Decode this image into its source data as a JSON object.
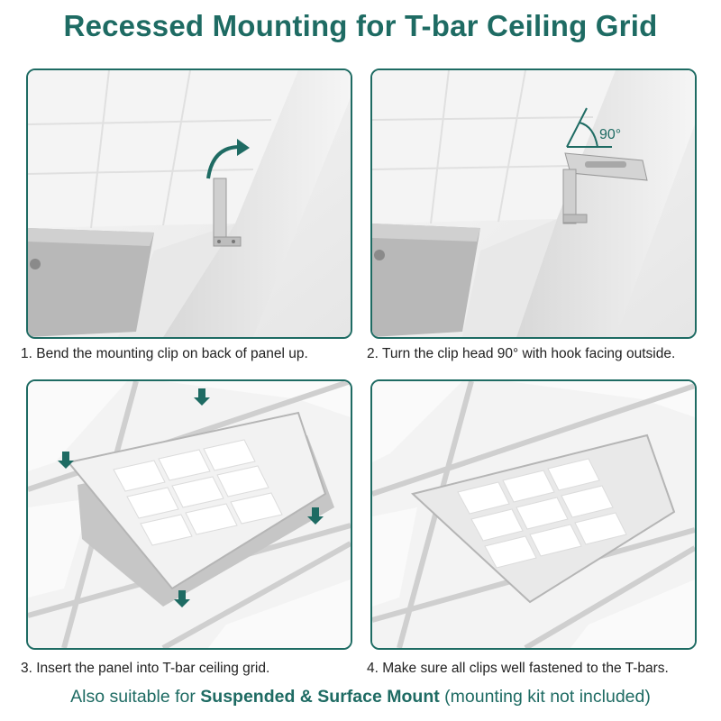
{
  "title": "Recessed Mounting for T-bar Ceiling Grid",
  "steps": [
    {
      "caption": "1. Bend the mounting clip on back of panel up."
    },
    {
      "caption": "2. Turn the clip head 90° with hook facing outside.",
      "angle_label": "90°"
    },
    {
      "caption": "3. Insert the panel into T-bar ceiling grid."
    },
    {
      "caption": "4. Make sure all clips well fastened to the T-bars."
    }
  ],
  "footer": {
    "prefix": "Also suitable for ",
    "highlight": "Suspended & Surface Mount",
    "suffix": " (mounting kit not included)"
  },
  "colors": {
    "accent": "#1e6b63",
    "caption_text": "#222222",
    "background": "#ffffff"
  },
  "icons": [
    "curved-arrow-icon",
    "down-arrow-icon",
    "right-angle-arc-icon"
  ]
}
